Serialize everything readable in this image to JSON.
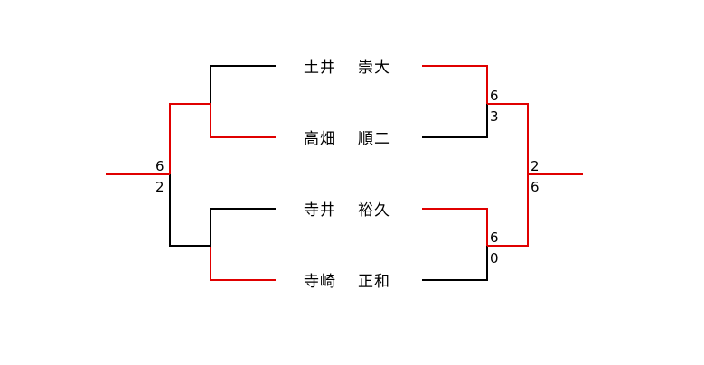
{
  "players": [
    {
      "family": "土井",
      "given": "崇大"
    },
    {
      "family": "高畑",
      "given": "順二"
    },
    {
      "family": "寺井",
      "given": "裕久"
    },
    {
      "family": "寺崎",
      "given": "正和"
    }
  ],
  "left_final": {
    "top": "6",
    "bottom": "2"
  },
  "right_match_1": {
    "top": "6",
    "bottom": "3"
  },
  "right_match_2": {
    "top": "6",
    "bottom": "0"
  },
  "right_final": {
    "top": "2",
    "bottom": "6"
  },
  "colors": {
    "win": "#e00000",
    "lose": "#000000"
  }
}
